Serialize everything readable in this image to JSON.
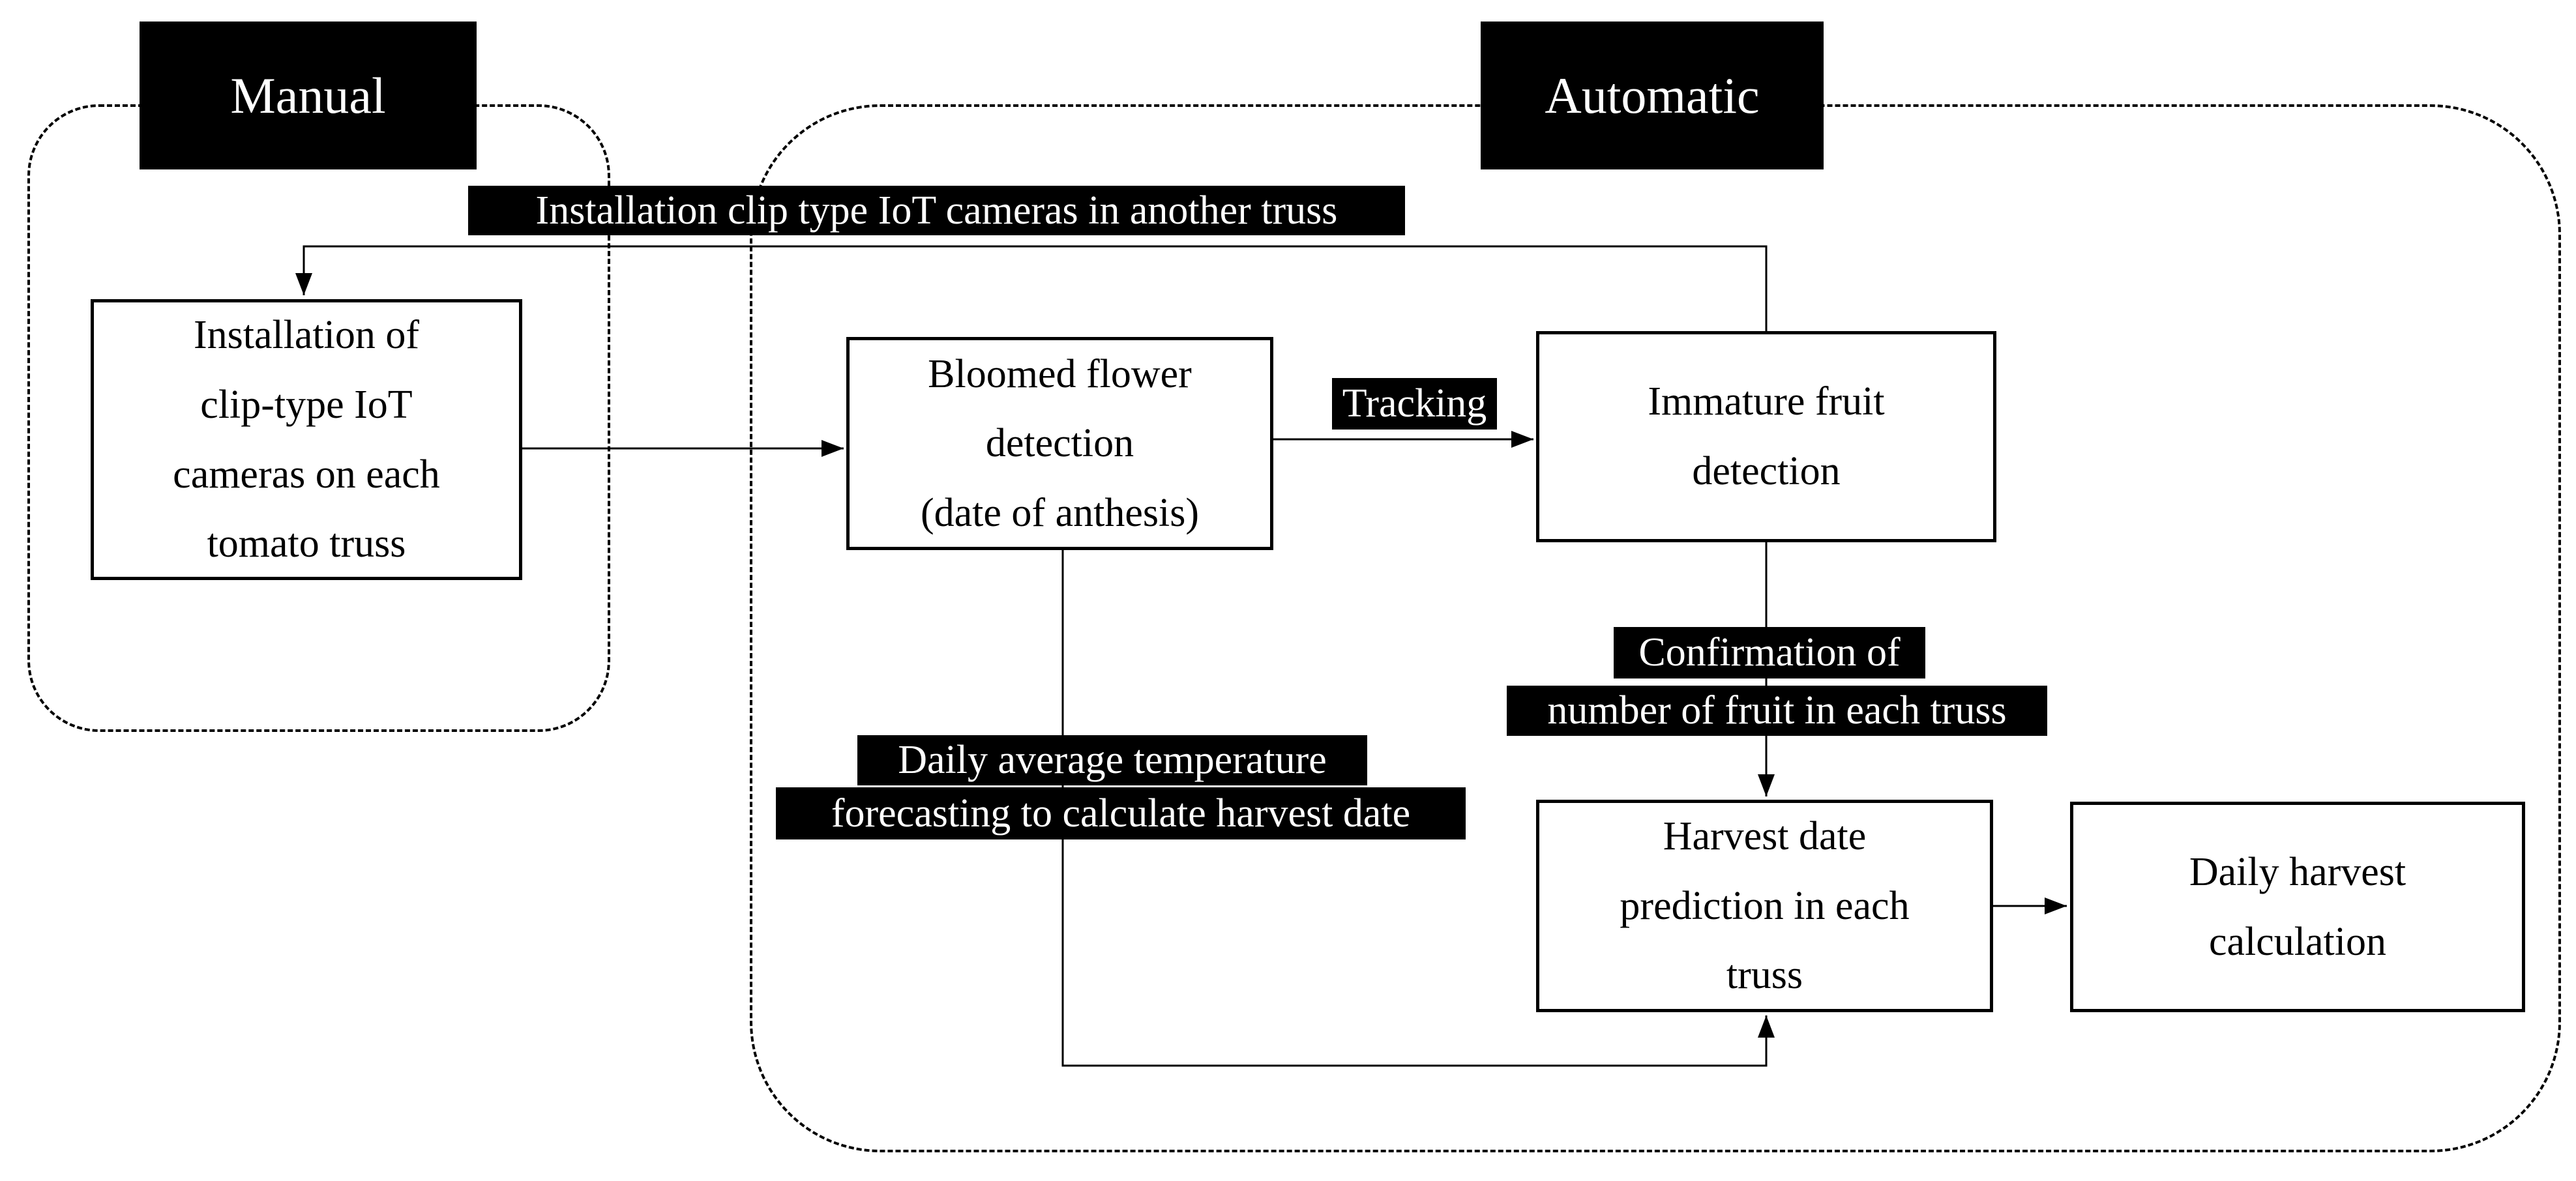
{
  "colors": {
    "background": "#ffffff",
    "line": "#000000",
    "label_background": "#000000",
    "label_text": "#ffffff"
  },
  "headers": {
    "manual": "Manual",
    "automatic": "Automatic"
  },
  "boxes": {
    "installation": {
      "lines": [
        "Installation of",
        "clip-type IoT",
        "cameras on each",
        "tomato truss"
      ]
    },
    "bloomed": {
      "lines": [
        "Bloomed flower",
        "detection",
        "(date of anthesis)"
      ]
    },
    "immature": {
      "lines": [
        "Immature fruit",
        "detection"
      ]
    },
    "harvest": {
      "lines": [
        "Harvest date",
        "prediction in each",
        "truss"
      ]
    },
    "daily": {
      "lines": [
        "Daily harvest",
        "calculation"
      ]
    }
  },
  "labels": {
    "install_clip": "Installation clip type IoT cameras in another truss",
    "tracking": "Tracking",
    "confirmation_line1": "Confirmation of",
    "confirmation_line2": "number of fruit in each truss",
    "temperature_line1": "Daily average temperature",
    "temperature_line2": "forecasting to calculate harvest date"
  },
  "edges": [
    {
      "from": "installation",
      "to": "bloomed",
      "label": ""
    },
    {
      "from": "bloomed",
      "to": "immature",
      "label": "Tracking"
    },
    {
      "from": "immature",
      "to": "harvest",
      "label": "Confirmation of number of fruit in each truss"
    },
    {
      "from": "harvest",
      "to": "daily",
      "label": ""
    },
    {
      "from": "immature",
      "to": "installation",
      "label": "Installation clip type IoT cameras in another truss"
    },
    {
      "from": "bloomed",
      "to": "harvest",
      "label": "Daily average temperature forecasting to calculate harvest date"
    }
  ]
}
